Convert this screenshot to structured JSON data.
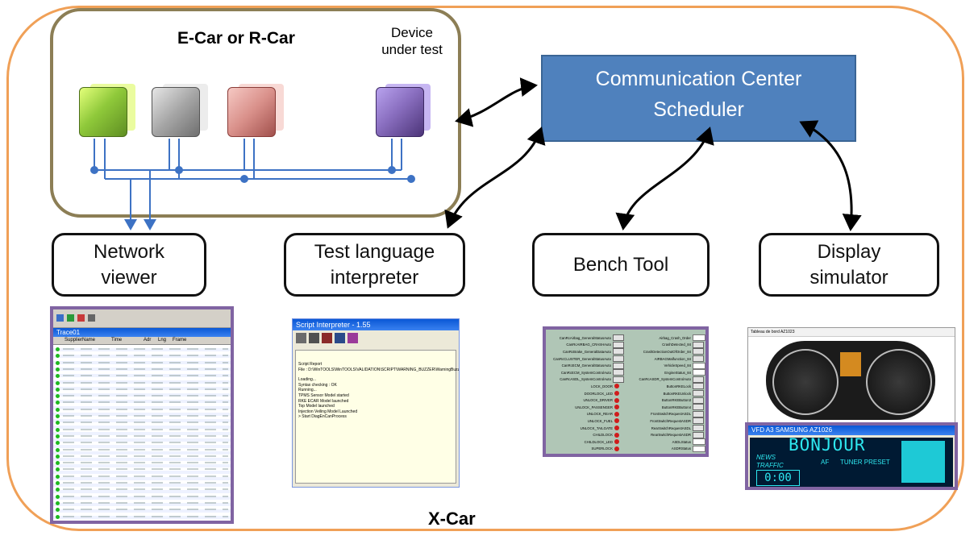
{
  "labels": {
    "ecar_title": "E-Car or R-Car",
    "device_label_1": "Device",
    "device_label_2": "under test",
    "comm_center_1": "Communication Center",
    "comm_center_2": "Scheduler",
    "network_viewer_1": "Network",
    "network_viewer_2": "viewer",
    "test_language_1": "Test language",
    "test_language_2": "interpreter",
    "bench_tool": "Bench Tool",
    "display_sim_1": "Display",
    "display_sim_2": "simulator",
    "xcar": "X-Car"
  },
  "colors": {
    "outer_border": "#f0a057",
    "ecar_border": "#8c7e55",
    "comm_center_fill": "#4f81bd",
    "bus_line": "#3d72c4",
    "screenshot_border": "#8064a2",
    "cube_green": "#8fc93a",
    "cube_gray": "#a6a6a6",
    "cube_pink": "#d9908a",
    "cube_purple": "#8a6fc0"
  },
  "screenshots": {
    "network_viewer": {
      "window_title": "Trace01",
      "columns": [
        "SupplierName",
        "Time",
        "Adr",
        "Lng",
        "Frame"
      ]
    },
    "script_interpreter": {
      "window_title": "Script Interpreter - 1.55",
      "lines": [
        "Script Report",
        "File : D:\\WinTOOLS\\WinTOOLS\\VALIDATION\\SCRIPT\\WARNING_BUZZER\\WarningBuzzer.vrl",
        "Loading...",
        "Syntax checking : OK",
        "Running...",
        "TPMS Sensor Model started",
        "RKE ECAR Model launched",
        "Top Model launched",
        "Injection Veiling Model Launched",
        "> Start DiagEnCanProcess"
      ]
    },
    "bench_tool": {
      "rows_left": [
        "CanRcAirbag_GeneralStatusAuto",
        "CanRcAIRBAG_CRASHAuto",
        "CanRcBrake_GeneralDataAuto",
        "CanRcCLUSTER_GeneralStatusAuto",
        "CanRcECM_GeneralStatusAuto",
        "CanRcECM_SystemControlAuto",
        "CanRcASDL_SystemControlAuto",
        "LOCK_DOOR",
        "DOORLOCK_LED",
        "UNLOCK_DRIVER",
        "UNLOCK_PASSENGER",
        "UNLOCK_REAR",
        "UNLOCK_FUEL",
        "UNLOCK_TAILGATE",
        "CHILDLOCK",
        "CHILDLOCK_LED",
        "SUPERLOCK"
      ],
      "rows_right": [
        "Airbag_Crash_Order",
        "CrashDetected_84",
        "CrashDetectionOutOfOrder_84",
        "AIRBAGMalfunction_84",
        "VehicleSpeed_84",
        "EngineStatus_84",
        "CanRcASDR_SystemControlAuto",
        "ButtonRKELock",
        "ButtonRKEUnlock",
        "ButtonRKEButton3",
        "ButtonRKEButton4",
        "FrontSwitchRequestASDL",
        "FrontSwitchRequestASDR",
        "RearSwitchRequestASDL",
        "RearSwitchRequestASDR",
        "ASDLStatus",
        "ASDRStatus"
      ]
    },
    "display_cluster": {
      "window_title": "Tableau de bord AZ1023"
    },
    "vfd": {
      "window_title": "VFD A3 SAMSUNG AZ1026",
      "main_text": "BONJOUR",
      "news": "NEWS",
      "traffic": "TRAFFIC",
      "af": "AF",
      "tuner_preset": "TUNER PRESET",
      "time": "0:00"
    }
  }
}
